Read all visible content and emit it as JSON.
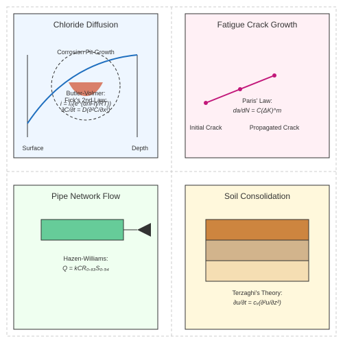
{
  "panels": {
    "chloride": {
      "title": "Chloride Diffusion",
      "label_surface": "Surface",
      "label_depth": "Depth",
      "pit_label": "Corrosion Pit Growth",
      "butler_label": "Butler-Volmer:",
      "butler_formula": "i = i₀(e^(αnFη/RT))",
      "fick_label": "Fick's 2nd Law:",
      "fick_formula": "∂C/∂t = D(∂²C/∂x²)",
      "colors": {
        "background": "#eef6ff",
        "curve": "#1f6fbf",
        "pit": "#d9806a"
      }
    },
    "fatigue": {
      "title": "Fatigue Crack Growth",
      "law_label": "Paris' Law:",
      "law_formula": "da/dN = C(ΔK)^m",
      "label_initial": "Initial Crack",
      "label_propagated": "Propagated Crack",
      "colors": {
        "background": "#fff0f5",
        "line": "#c2187a"
      }
    },
    "pipe": {
      "title": "Pipe Network Flow",
      "law_label": "Hazen-Williams:",
      "law_formula": "Q = kCR₀.₆₃S₀.₅₄",
      "colors": {
        "background": "#effff0",
        "pipe": "#66cc99",
        "valve": "#333333"
      }
    },
    "soil": {
      "title": "Soil Consolidation",
      "law_label": "Terzaghi's Theory:",
      "law_formula": "∂u/∂t = cᵥ(∂²u/∂z²)",
      "colors": {
        "background": "#fff8dc",
        "layer_top": "#cd853f",
        "layer_mid": "#d2b48c",
        "layer_bottom": "#f5deb3"
      }
    }
  }
}
